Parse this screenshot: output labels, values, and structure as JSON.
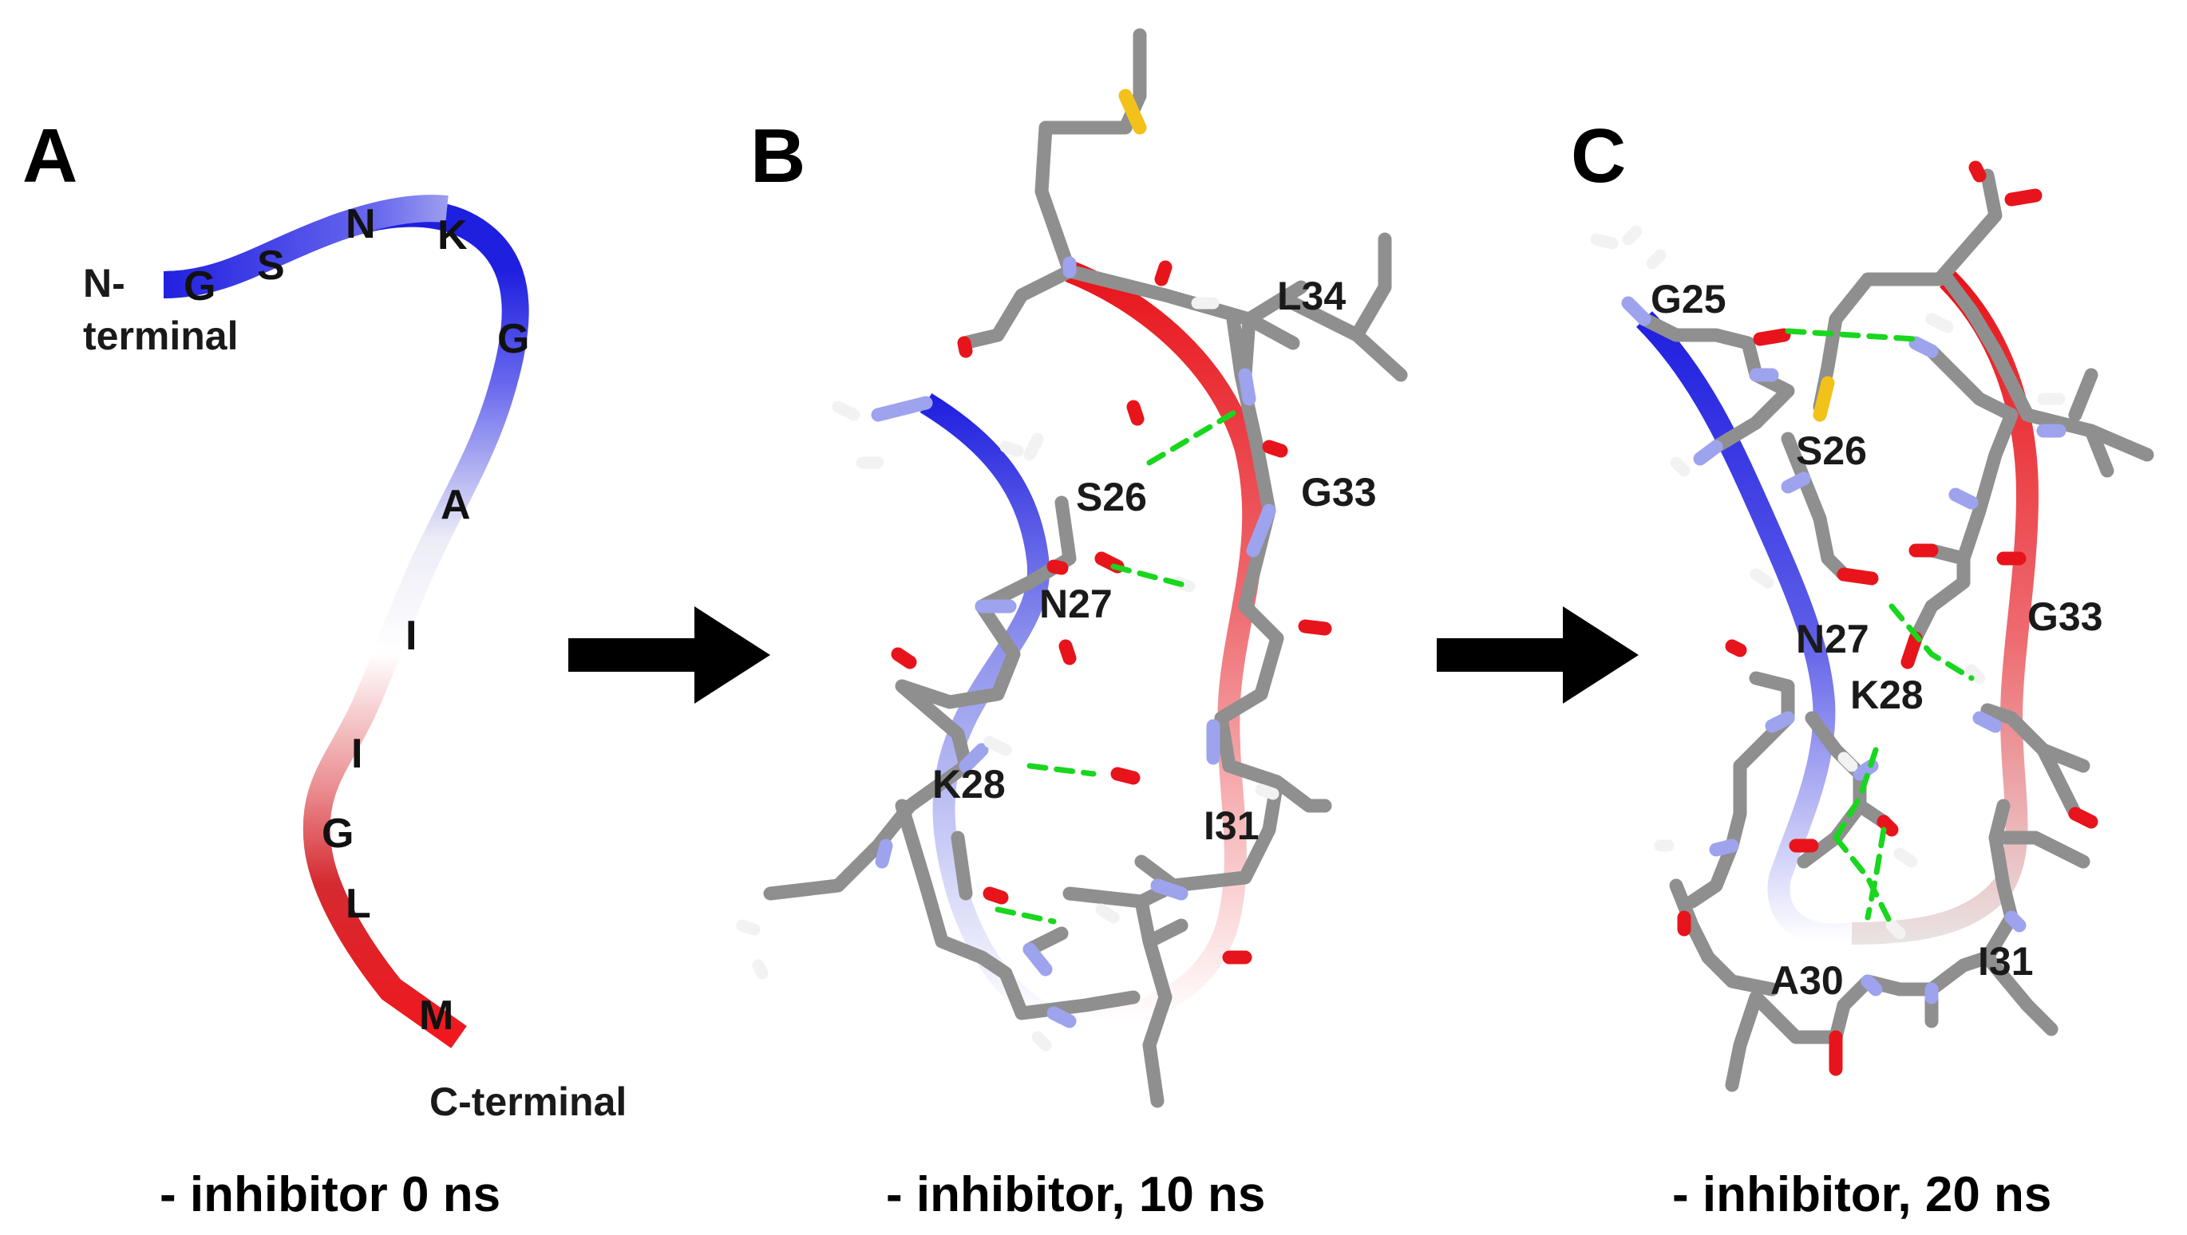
{
  "panels": {
    "a": {
      "letter": "A",
      "caption": "- inhibitor 0 ns",
      "n_terminal_line1": "N-",
      "n_terminal_line2": "terminal",
      "c_terminal": "C-terminal",
      "residues": [
        "G",
        "S",
        "N",
        "K",
        "G",
        "A",
        "I",
        "I",
        "G",
        "L",
        "M"
      ]
    },
    "b": {
      "letter": "B",
      "caption": "- inhibitor, 10 ns",
      "labels": [
        "L34",
        "S26",
        "G33",
        "N27",
        "K28",
        "I31"
      ]
    },
    "c": {
      "letter": "C",
      "caption": "- inhibitor, 20 ns",
      "labels": [
        "G25",
        "S26",
        "G33",
        "N27",
        "K28",
        "A30",
        "I31"
      ]
    }
  },
  "colors": {
    "n_terminus_blue": "#1f1fe0",
    "mid_white": "#ffffff",
    "c_terminus_red": "#e8141b",
    "carbon": "#8f8f8f",
    "nitrogen": "#9ea3ee",
    "oxygen": "#e8141b",
    "sulfur": "#f2c21b",
    "hydrogen_bond": "#19d61e"
  }
}
